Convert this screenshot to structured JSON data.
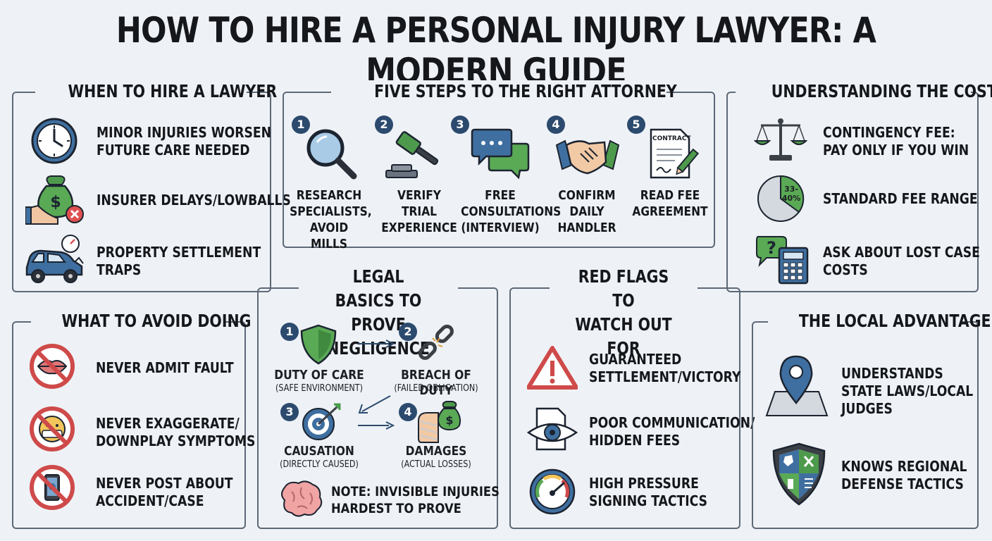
{
  "title": "HOW TO HIRE A PERSONAL INJURY LAWYER: A MODERN GUIDE",
  "when": {
    "title": "WHEN TO HIRE A LAWYER",
    "items": [
      {
        "line1": "MINOR INJURIES WORSEN",
        "line2": "FUTURE CARE NEEDED",
        "icon": "clock-icon"
      },
      {
        "line1": "INSURER DELAYS/LOWBALLS",
        "line2": "",
        "icon": "money-bag-icon"
      },
      {
        "line1": "PROPERTY SETTLEMENT",
        "line2": "TRAPS",
        "icon": "damaged-car-icon"
      }
    ]
  },
  "steps": {
    "title": "FIVE STEPS TO THE RIGHT ATTORNEY",
    "items": [
      {
        "num": "1",
        "line1": "RESEARCH",
        "line2": "SPECIALISTS,",
        "line3": "AVOID MILLS",
        "icon": "magnifier-icon"
      },
      {
        "num": "2",
        "line1": "VERIFY",
        "line2": "TRIAL",
        "line3": "EXPERIENCE",
        "icon": "gavel-icon"
      },
      {
        "num": "3",
        "line1": "FREE",
        "line2": "CONSULTATIONS",
        "line3": "(INTERVIEW)",
        "icon": "chat-bubbles-icon"
      },
      {
        "num": "4",
        "line1": "CONFIRM",
        "line2": "DAILY",
        "line3": "HANDLER",
        "icon": "handshake-icon"
      },
      {
        "num": "5",
        "line1": "READ FEE",
        "line2": "AGREEMENT",
        "line3": "",
        "icon": "contract-icon",
        "doc_label": "CONTRACT"
      }
    ]
  },
  "costs": {
    "title": "UNDERSTANDING THE COSTS",
    "items": [
      {
        "line1": "CONTINGENCY FEE:",
        "line2": "PAY ONLY IF YOU WIN",
        "icon": "scales-icon"
      },
      {
        "line1": "STANDARD FEE RANGE",
        "line2": "",
        "icon": "pie-chart-icon",
        "pie_label1": "33-",
        "pie_label2": "40%"
      },
      {
        "line1": "ASK ABOUT LOST CASE",
        "line2": "COSTS",
        "icon": "calculator-icon"
      }
    ]
  },
  "avoid": {
    "title": "WHAT TO AVOID DOING",
    "items": [
      {
        "line1": "NEVER ADMIT FAULT",
        "line2": "",
        "icon": "no-lips-icon"
      },
      {
        "line1": "NEVER EXAGGERATE/",
        "line2": "DOWNPLAY SYMPTOMS",
        "icon": "no-exaggerate-icon"
      },
      {
        "line1": "NEVER POST ABOUT",
        "line2": "ACCIDENT/CASE",
        "icon": "no-phone-icon"
      }
    ]
  },
  "legal": {
    "title1": "LEGAL BASICS TO",
    "title2": "PROVE NEGLIGENCE",
    "items": [
      {
        "num": "1",
        "label": "DUTY OF CARE",
        "sub": "(SAFE ENVIRONMENT)",
        "icon": "shield-icon"
      },
      {
        "num": "2",
        "label": "BREACH OF DUTY",
        "sub": "(FAILED OBLIGATION)",
        "icon": "broken-chain-icon"
      },
      {
        "num": "3",
        "label": "CAUSATION",
        "sub": "(DIRECTLY CAUSED)",
        "icon": "target-icon"
      },
      {
        "num": "4",
        "label": "DAMAGES",
        "sub": "(ACTUAL LOSSES)",
        "icon": "bandaged-arm-icon"
      }
    ],
    "note1": "NOTE: INVISIBLE INJURIES",
    "note2": "HARDEST TO PROVE"
  },
  "redflags": {
    "title1": "RED FLAGS TO",
    "title2": "WATCH OUT FOR",
    "items": [
      {
        "line1": "GUARANTEED",
        "line2": "SETTLEMENT/VICTORY",
        "icon": "warning-icon"
      },
      {
        "line1": "POOR COMMUNICATION/",
        "line2": "HIDDEN FEES",
        "icon": "hidden-doc-icon"
      },
      {
        "line1": "HIGH PRESSURE",
        "line2": "SIGNING TACTICS",
        "icon": "gauge-icon"
      }
    ]
  },
  "local": {
    "title": "THE LOCAL ADVANTAGE",
    "items": [
      {
        "line1": "UNDERSTANDS",
        "line2": "STATE LAWS/LOCAL",
        "line3": "JUDGES",
        "icon": "map-pin-icon"
      },
      {
        "line1": "KNOWS REGIONAL",
        "line2": "DEFENSE TACTICS",
        "line3": "",
        "icon": "crest-shield-icon"
      }
    ]
  }
}
